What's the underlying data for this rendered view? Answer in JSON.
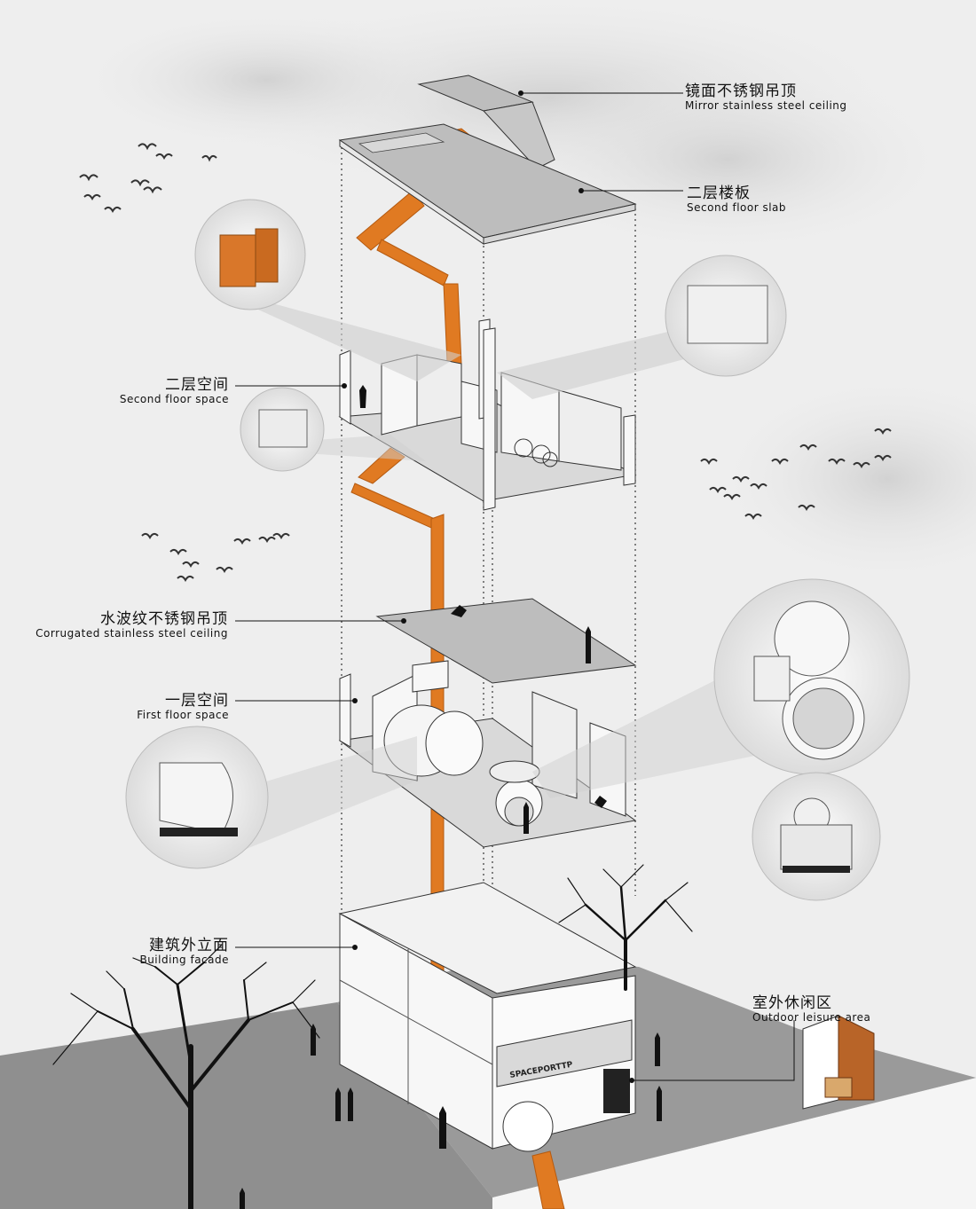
{
  "labels": {
    "mirror_ceiling": {
      "zh": "镜面不锈钢吊顶",
      "en": "Mirror stainless steel ceiling"
    },
    "second_slab": {
      "zh": "二层楼板",
      "en": "Second floor slab"
    },
    "second_space": {
      "zh": "二层空间",
      "en": "Second floor space"
    },
    "corrugated_ceiling": {
      "zh": "水波纹不锈钢吊顶",
      "en": "Corrugated stainless steel ceiling"
    },
    "first_space": {
      "zh": "一层空间",
      "en": "First floor space"
    },
    "facade": {
      "zh": "建筑外立面",
      "en": "Building facade"
    },
    "outdoor": {
      "zh": "室外休闲区",
      "en": "Outdoor leisure area"
    }
  },
  "storefront_sign": "SPACEPORTTP",
  "colors": {
    "background": "#eeeeee",
    "accent_orange": "#e07a22",
    "slab_gray": "#bdbdbd",
    "ground_gray": "#8f8f8f",
    "wall_white": "#f7f7f7",
    "line": "#222222"
  }
}
